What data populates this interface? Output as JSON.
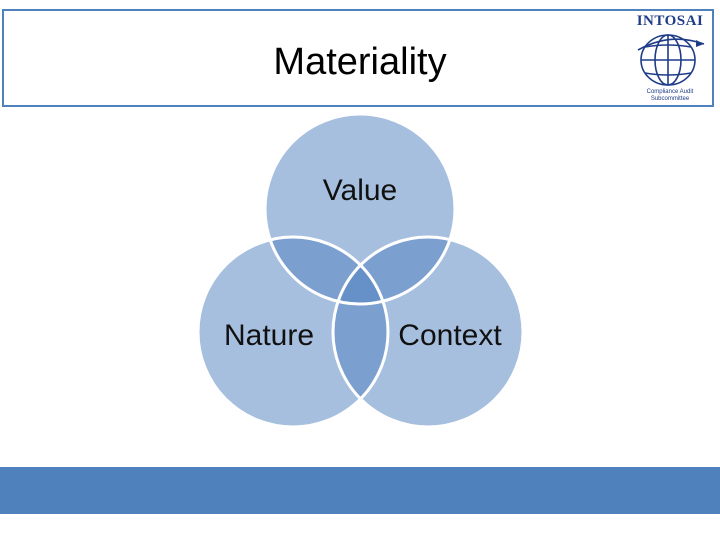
{
  "header": {
    "title": "Materiality"
  },
  "logo": {
    "name": "INTOSAI",
    "subtitle_line1": "Compliance Audit",
    "subtitle_line2": "Subcommittee",
    "icon": "globe-icon"
  },
  "diagram": {
    "type": "venn",
    "circles": [
      {
        "id": "value",
        "label": "Value"
      },
      {
        "id": "nature",
        "label": "Nature"
      },
      {
        "id": "context",
        "label": "Context"
      }
    ]
  },
  "colors": {
    "accent": "#4f81bd",
    "circle_fill": "#a7bfde",
    "overlap_two": "#7ba0cf",
    "overlap_three": "#6690c8",
    "circle_stroke": "#ffffff"
  }
}
